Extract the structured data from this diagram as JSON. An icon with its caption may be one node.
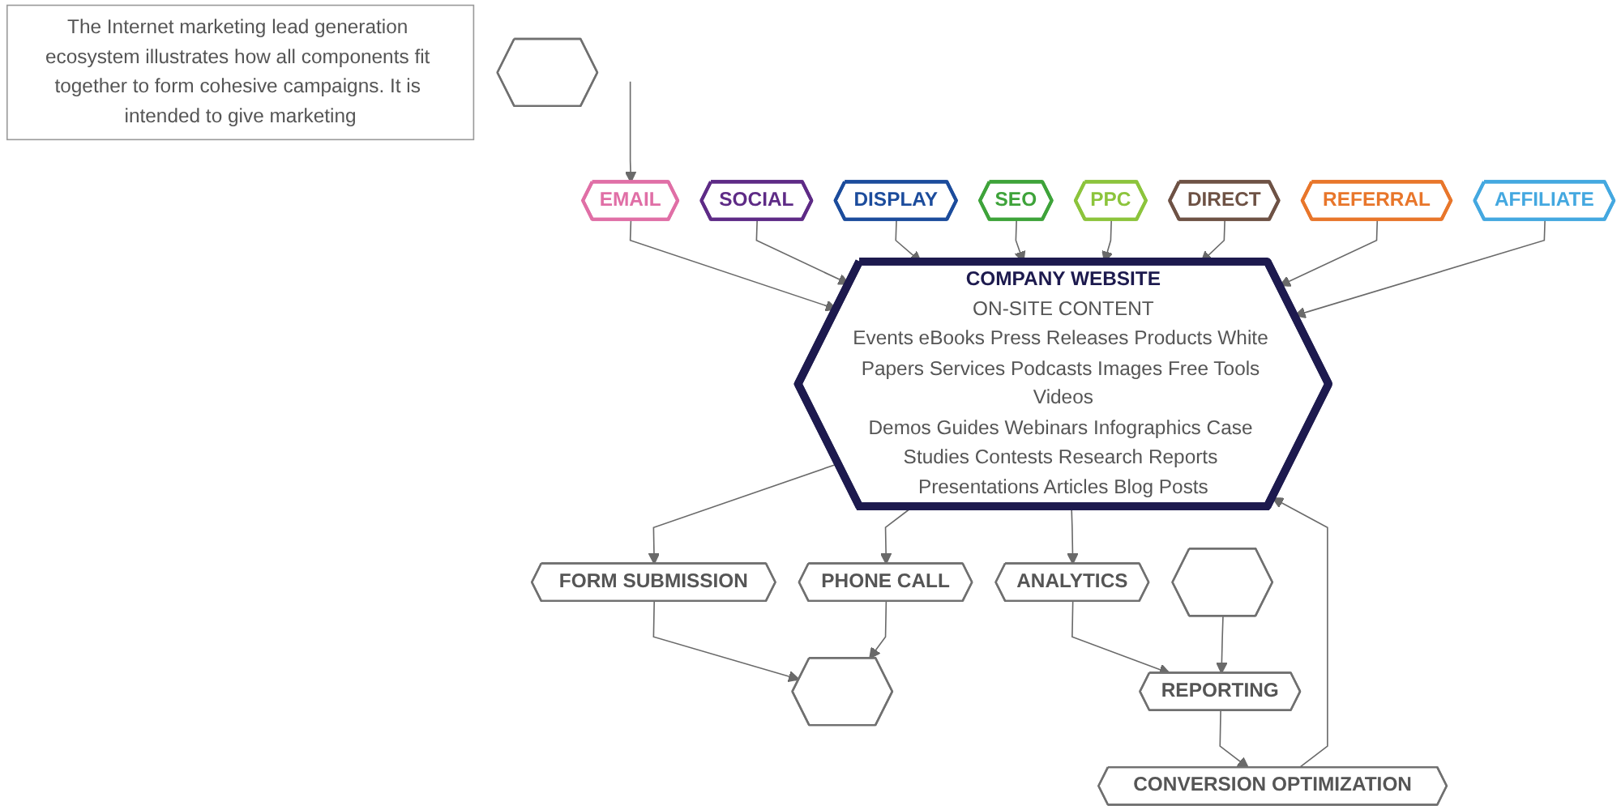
{
  "diagram": {
    "nodes": [
      {
        "text": [
          "EMAIL"
        ]
      },
      {
        "text": [
          "SOCIAL"
        ]
      },
      {
        "text": [
          "DISPLAY"
        ]
      },
      {
        "text": [
          "SEO"
        ]
      },
      {
        "text": [
          "PPC"
        ]
      },
      {
        "text": [
          "DIRECT"
        ]
      },
      {
        "text": [
          "REFERRAL"
        ]
      },
      {
        "text": [
          "AFFILIATE"
        ]
      },
      {
        "text": [
          "COMPANY WEBSITE",
          "ON-SITE CONTENT",
          "Events eBooks Press Releases Products White Papers Services Podcasts Images Free Tools Videos",
          "Demos Guides Webinars Infographics Case Studies Contests Research Reports Presentations Articles Blog Posts"
        ]
      },
      {
        "text": [
          "CONVERSION OPTIMIZATION"
        ]
      },
      {
        "text": [
          "ANALYTICS"
        ]
      },
      {
        "text": [
          "REPORTING"
        ]
      },
      {
        "text": [
          "The Internet marketing lead generation ecosystem illustrates how all components fit together to form cohesive campaigns. It is intended to give marketing"
        ]
      },
      {
        "text": [
          "FORM SUBMISSION"
        ]
      },
      {
        "text": [
          "PHONE CALL"
        ]
      },
      {
        "text": [],
        "shape": "hexagon"
      },
      {
        "text": [],
        "shape": "hexagon"
      },
      {
        "text": [],
        "shape": "hexagon"
      }
    ],
    "edges": [
      {
        "from": 0,
        "to": 8,
        "arrow": "to"
      },
      {
        "from": 1,
        "to": 8,
        "arrow": "to"
      },
      {
        "from": 2,
        "to": 8,
        "arrow": "to"
      },
      {
        "from": 3,
        "to": 8,
        "arrow": "to"
      },
      {
        "from": 4,
        "to": 8,
        "arrow": "to"
      },
      {
        "from": 5,
        "to": 8,
        "arrow": "to"
      },
      {
        "from": 6,
        "to": 8,
        "arrow": "to"
      },
      {
        "from": 7,
        "to": 8,
        "arrow": "to"
      },
      {
        "from": 9,
        "to": 8,
        "arrow": "to"
      },
      {
        "from": 8,
        "to": 10,
        "arrow": "to"
      },
      {
        "from": 10,
        "to": 11,
        "arrow": "to"
      },
      {
        "from": 11,
        "to": 9,
        "arrow": "to"
      },
      {
        "from": 8,
        "to": 13,
        "arrow": "to"
      },
      {
        "from": 8,
        "to": 14,
        "arrow": "to"
      },
      {
        "from": 13,
        "to": 15,
        "arrow": "to"
      },
      {
        "from": 14,
        "to": 15,
        "arrow": "to"
      },
      {
        "from": 17,
        "to": 11,
        "arrow": "to"
      },
      {
        "from": null,
        "to": 0,
        "arrow": "to"
      }
    ]
  }
}
